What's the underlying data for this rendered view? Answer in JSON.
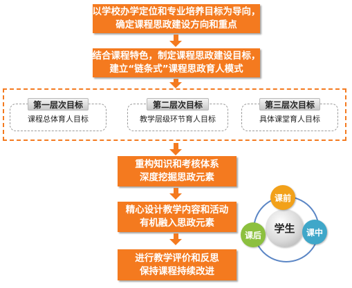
{
  "steps": [
    {
      "line1": "以学校办学定位和专业培养目标为导向，",
      "line2": "确定课程思政建设方向和重点"
    },
    {
      "line1": "结合课程特色，制定课程思政建设目标，",
      "line2": "建立“链条式”课程思政育人模式"
    },
    {
      "line1": "重构知识和考核体系",
      "line2": "深度挖掘思政元素"
    },
    {
      "line1": "精心设计教学内容和活动",
      "line2": "有机融入思政元素"
    },
    {
      "line1": "进行教学评价和反思",
      "line2": "保持课程持续改进"
    }
  ],
  "goals": [
    {
      "title": "第一层次目标",
      "text": "课程总体育人目标"
    },
    {
      "title": "第二层次目标",
      "text": "教学层级环节育人目标"
    },
    {
      "title": "第三层次目标",
      "text": "具体课堂育人目标"
    }
  ],
  "cycle": {
    "center": "学生",
    "pre": "课前",
    "during": "课中",
    "post": "课后"
  },
  "colors": {
    "accent": "#f47a1f",
    "cycle_pre": "#f2a11a",
    "cycle_during": "#3fa7c9",
    "cycle_post": "#8cc03f",
    "ring": "#5b86c5"
  }
}
